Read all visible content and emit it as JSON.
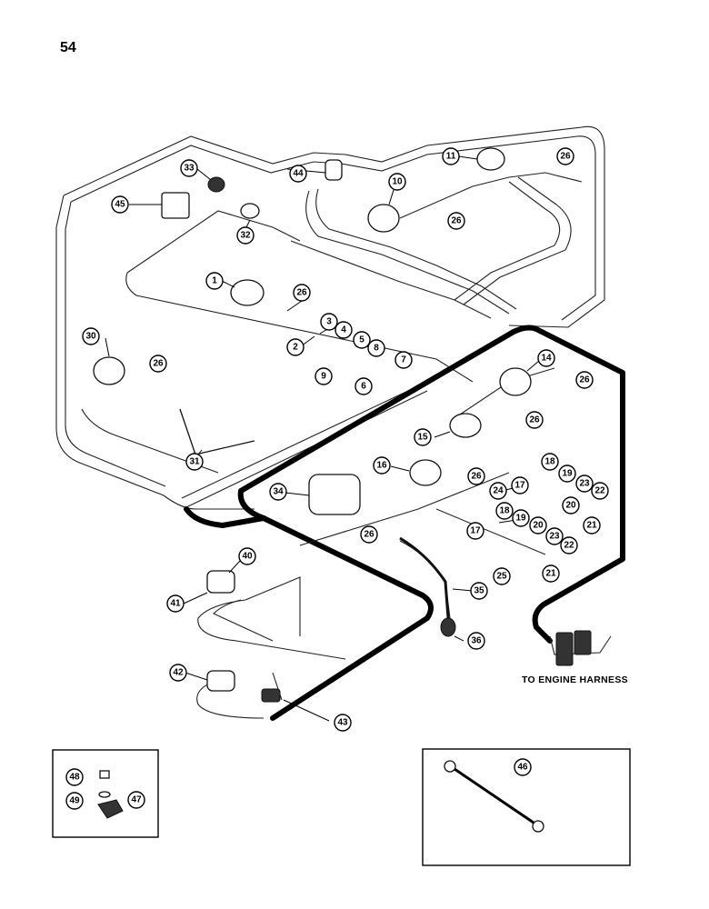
{
  "page_number": "54",
  "engine_harness_label": "TO ENGINE HARNESS",
  "callouts": [
    {
      "id": "c1",
      "text": "1"
    },
    {
      "id": "c2",
      "text": "2"
    },
    {
      "id": "c3",
      "text": "3"
    },
    {
      "id": "c4",
      "text": "4"
    },
    {
      "id": "c5",
      "text": "5"
    },
    {
      "id": "c6",
      "text": "6"
    },
    {
      "id": "c7",
      "text": "7"
    },
    {
      "id": "c8",
      "text": "8"
    },
    {
      "id": "c9",
      "text": "9"
    },
    {
      "id": "c10",
      "text": "10"
    },
    {
      "id": "c11",
      "text": "11"
    },
    {
      "id": "c14",
      "text": "14"
    },
    {
      "id": "c15",
      "text": "15"
    },
    {
      "id": "c16",
      "text": "16"
    },
    {
      "id": "c17a",
      "text": "17"
    },
    {
      "id": "c17b",
      "text": "17"
    },
    {
      "id": "c18a",
      "text": "18"
    },
    {
      "id": "c18b",
      "text": "18"
    },
    {
      "id": "c19a",
      "text": "19"
    },
    {
      "id": "c19b",
      "text": "19"
    },
    {
      "id": "c20a",
      "text": "20"
    },
    {
      "id": "c20b",
      "text": "20"
    },
    {
      "id": "c21a",
      "text": "21"
    },
    {
      "id": "c21b",
      "text": "21"
    },
    {
      "id": "c22a",
      "text": "22"
    },
    {
      "id": "c22b",
      "text": "22"
    },
    {
      "id": "c23a",
      "text": "23"
    },
    {
      "id": "c23b",
      "text": "23"
    },
    {
      "id": "c24",
      "text": "24"
    },
    {
      "id": "c25",
      "text": "25"
    },
    {
      "id": "c26a",
      "text": "26"
    },
    {
      "id": "c26b",
      "text": "26"
    },
    {
      "id": "c26c",
      "text": "26"
    },
    {
      "id": "c26d",
      "text": "26"
    },
    {
      "id": "c26e",
      "text": "26"
    },
    {
      "id": "c26f",
      "text": "26"
    },
    {
      "id": "c26g",
      "text": "26"
    },
    {
      "id": "c26h",
      "text": "26"
    },
    {
      "id": "c30",
      "text": "30"
    },
    {
      "id": "c31",
      "text": "31"
    },
    {
      "id": "c32",
      "text": "32"
    },
    {
      "id": "c33",
      "text": "33"
    },
    {
      "id": "c34",
      "text": "34"
    },
    {
      "id": "c35",
      "text": "35"
    },
    {
      "id": "c36",
      "text": "36"
    },
    {
      "id": "c40",
      "text": "40"
    },
    {
      "id": "c41",
      "text": "41"
    },
    {
      "id": "c42",
      "text": "42"
    },
    {
      "id": "c43",
      "text": "43"
    },
    {
      "id": "c44",
      "text": "44"
    },
    {
      "id": "c45",
      "text": "45"
    },
    {
      "id": "c46",
      "text": "46"
    },
    {
      "id": "c47",
      "text": "47"
    },
    {
      "id": "c48",
      "text": "48"
    },
    {
      "id": "c49",
      "text": "49"
    }
  ]
}
